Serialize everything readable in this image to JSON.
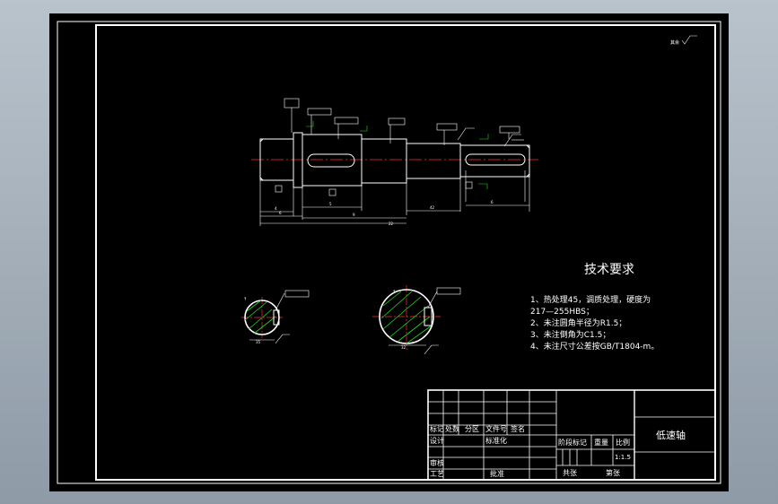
{
  "drawing": {
    "tech_title": "技术要求",
    "notes": [
      "1、热处理45，调质处理，硬度为",
      "217—255HBS；",
      "2、未注圆角半径为R1.5；",
      "3、未注倒角为C1.5；",
      "4、未注尺寸公差按GB/T1804-m。"
    ],
    "corner_mark": "其余",
    "dims": [
      "4",
      "6",
      "5",
      "9",
      "42",
      "6",
      "22",
      "35",
      "32"
    ]
  },
  "title_block": {
    "part_name": "低速轴",
    "header_row": [
      "标记",
      "处数",
      "分区",
      "文件号",
      "签名"
    ],
    "design": "设计",
    "standardize": "标准化",
    "stage_mark": "阶段标记",
    "weight": "重量",
    "scale": "比例",
    "scale_value": "1:1.5",
    "review": "审核",
    "process": "工艺",
    "approve": "批准",
    "total_sheets": "共张",
    "sheet_no": "第张"
  },
  "colors": {
    "sheet": "#000000",
    "line": "#ffffff",
    "center": "#ff3030",
    "hatch": "#22dd22"
  }
}
